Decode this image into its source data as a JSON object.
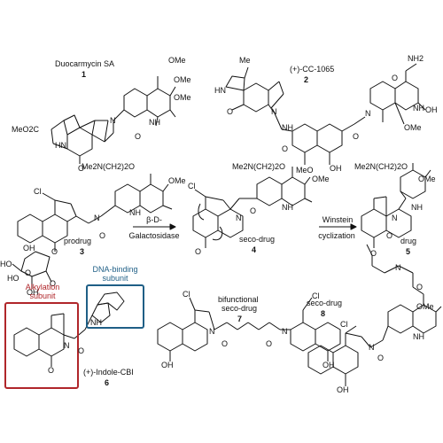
{
  "compounds": {
    "duocarmycin": {
      "name": "Duocarmycin SA",
      "number": "1"
    },
    "cc1065": {
      "name": "(+)-CC-1065",
      "number": "2"
    },
    "prodrug": {
      "name": "prodrug",
      "number": "3"
    },
    "seco_drug": {
      "name": "seco-drug",
      "number": "4"
    },
    "drug": {
      "name": "drug",
      "number": "5"
    },
    "indole_cbi": {
      "name": "(+)-Indole-CBI",
      "number": "6"
    },
    "bifunctional": {
      "name_line1": "bifunctional",
      "name_line2": "seco-drug",
      "number": "7"
    },
    "seco_drug_8": {
      "name": "seco-drug",
      "number": "8"
    }
  },
  "arrows": {
    "galactosidase": {
      "line1": "β-D-",
      "line2": "Galactosidase"
    },
    "winstein": {
      "line1": "Winstein",
      "line2": "cyclization"
    }
  },
  "subunits": {
    "dna_binding": {
      "line1": "DNA-binding",
      "line2": "subunit",
      "color": "#1f5f86"
    },
    "alkylation": {
      "line1": "Alkylation",
      "line2": "subunit",
      "color": "#b0262a"
    }
  },
  "atoms": {
    "ome": "OMe",
    "meo": "MeO",
    "meo2c": "MeO2C",
    "nh": "NH",
    "hn": "HN",
    "n": "N",
    "o": "O",
    "oh": "OH",
    "ho": "HO",
    "cl": "Cl",
    "me": "Me",
    "nh2": "NH2",
    "amine_chain": "Me2N(CH2)2O"
  }
}
